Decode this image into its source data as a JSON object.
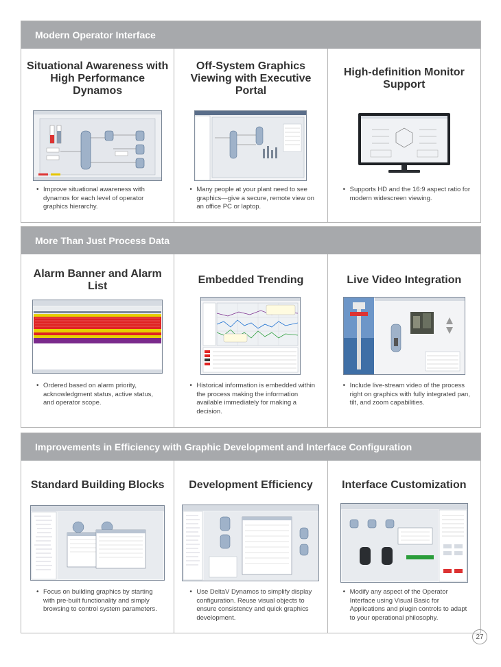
{
  "page_number": "27",
  "sections": [
    {
      "header": "Modern Operator Interface",
      "columns": [
        {
          "title": "Situational Awareness with High Performance Dynamos",
          "bullet": "Improve situational awareness with dynamos for each level of operator graphics hierarchy."
        },
        {
          "title": "Off-System Graphics Viewing with Executive Portal",
          "bullet": "Many people at your plant need to see graphics—give a secure, remote view on an office PC or laptop."
        },
        {
          "title": "High-definition Monitor Support",
          "bullet": "Supports HD and the 16:9 aspect ratio for modern widescreen viewing."
        }
      ]
    },
    {
      "header": "More Than Just Process Data",
      "columns": [
        {
          "title": "Alarm Banner and Alarm List",
          "bullet": "Ordered based on alarm priority, acknowledgment status, active status, and operator scope."
        },
        {
          "title": "Embedded Trending",
          "bullet": "Historical information is embedded within the process making the information available immediately for making a decision."
        },
        {
          "title": "Live Video Integration",
          "bullet": "Include live-stream video of the process right on graphics with fully integrated pan, tilt, and zoom capabilities."
        }
      ]
    },
    {
      "header": "Improvements in Efficiency with Graphic Development and Interface Configuration",
      "columns": [
        {
          "title": "Standard Building Blocks",
          "bullet": "Focus on building graphics by starting with pre-built functionality and simply browsing to control system parameters."
        },
        {
          "title": "Development Efficiency",
          "bullet": "Use DeltaV Dynamos to simplify display configuration. Reuse visual objects to ensure consistency and quick graphics development."
        },
        {
          "title": "Interface Customization",
          "bullet": "Modify any aspect of the Operator Interface using Visual Basic for Applications and plugin controls to adapt to your operational philosophy."
        }
      ]
    }
  ]
}
